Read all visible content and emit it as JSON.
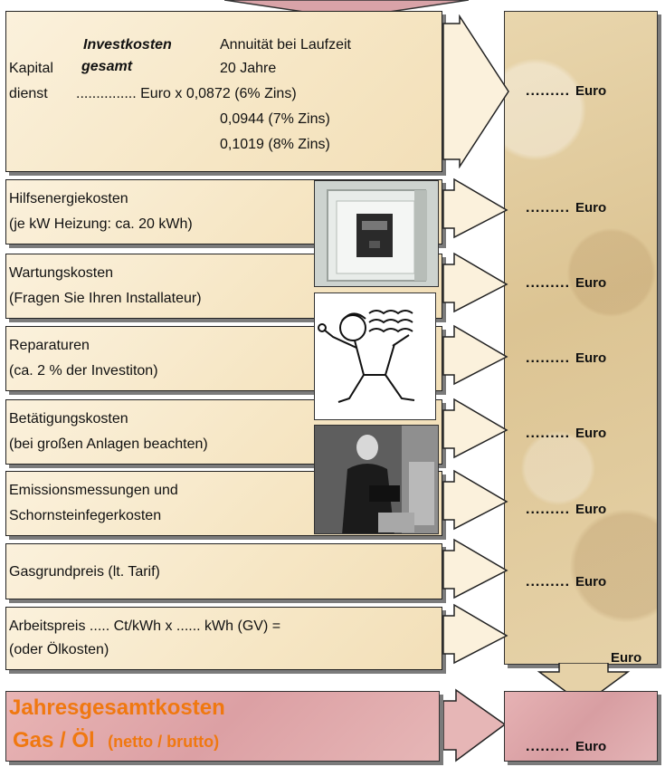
{
  "capital": {
    "investkosten": "Investkosten",
    "annuitaet": "Annuität bei Laufzeit",
    "kapital": "Kapital",
    "gesamt": "gesamt",
    "laufzeit": "20 Jahre",
    "dienst": "dienst",
    "formula": "............... Euro x 0,0872 (6% Zins)",
    "rate7": "0,0944 (7% Zins)",
    "rate8": "0,1019 (8% Zins)"
  },
  "items": [
    {
      "line1": "Hilfsenergiekosten",
      "line2": "(je kW Heizung: ca. 20 kWh)"
    },
    {
      "line1": "Wartungskosten",
      "line2": "(Fragen Sie Ihren Installateur)"
    },
    {
      "line1": "Reparaturen",
      "line2": "(ca. 2 % der Investiton)"
    },
    {
      "line1": "Betätigungskosten",
      "line2": "(bei großen Anlagen beachten)"
    },
    {
      "line1": "Emissionsmessungen und",
      "line2": "Schornsteinfegerkosten"
    },
    {
      "line1": "Gasgrundpreis (lt. Tarif)",
      "line2": ""
    },
    {
      "line1": "Arbeitspreis ..... Ct/kWh x ...... kWh (GV) =",
      "line2": "(oder Ölkosten)"
    }
  ],
  "euro": {
    "dots": ".........",
    "word": "Euro"
  },
  "total": {
    "line1": "Jahresgesamtkosten",
    "line2_main": "Gas / Öl",
    "line2_sub": "(netto / brutto)",
    "dots": ".........",
    "word": "Euro"
  },
  "colors": {
    "orange": "#f07810",
    "cream": "#f8ebcf",
    "pink": "#e0aaae",
    "parchment": "#dfc89a"
  }
}
